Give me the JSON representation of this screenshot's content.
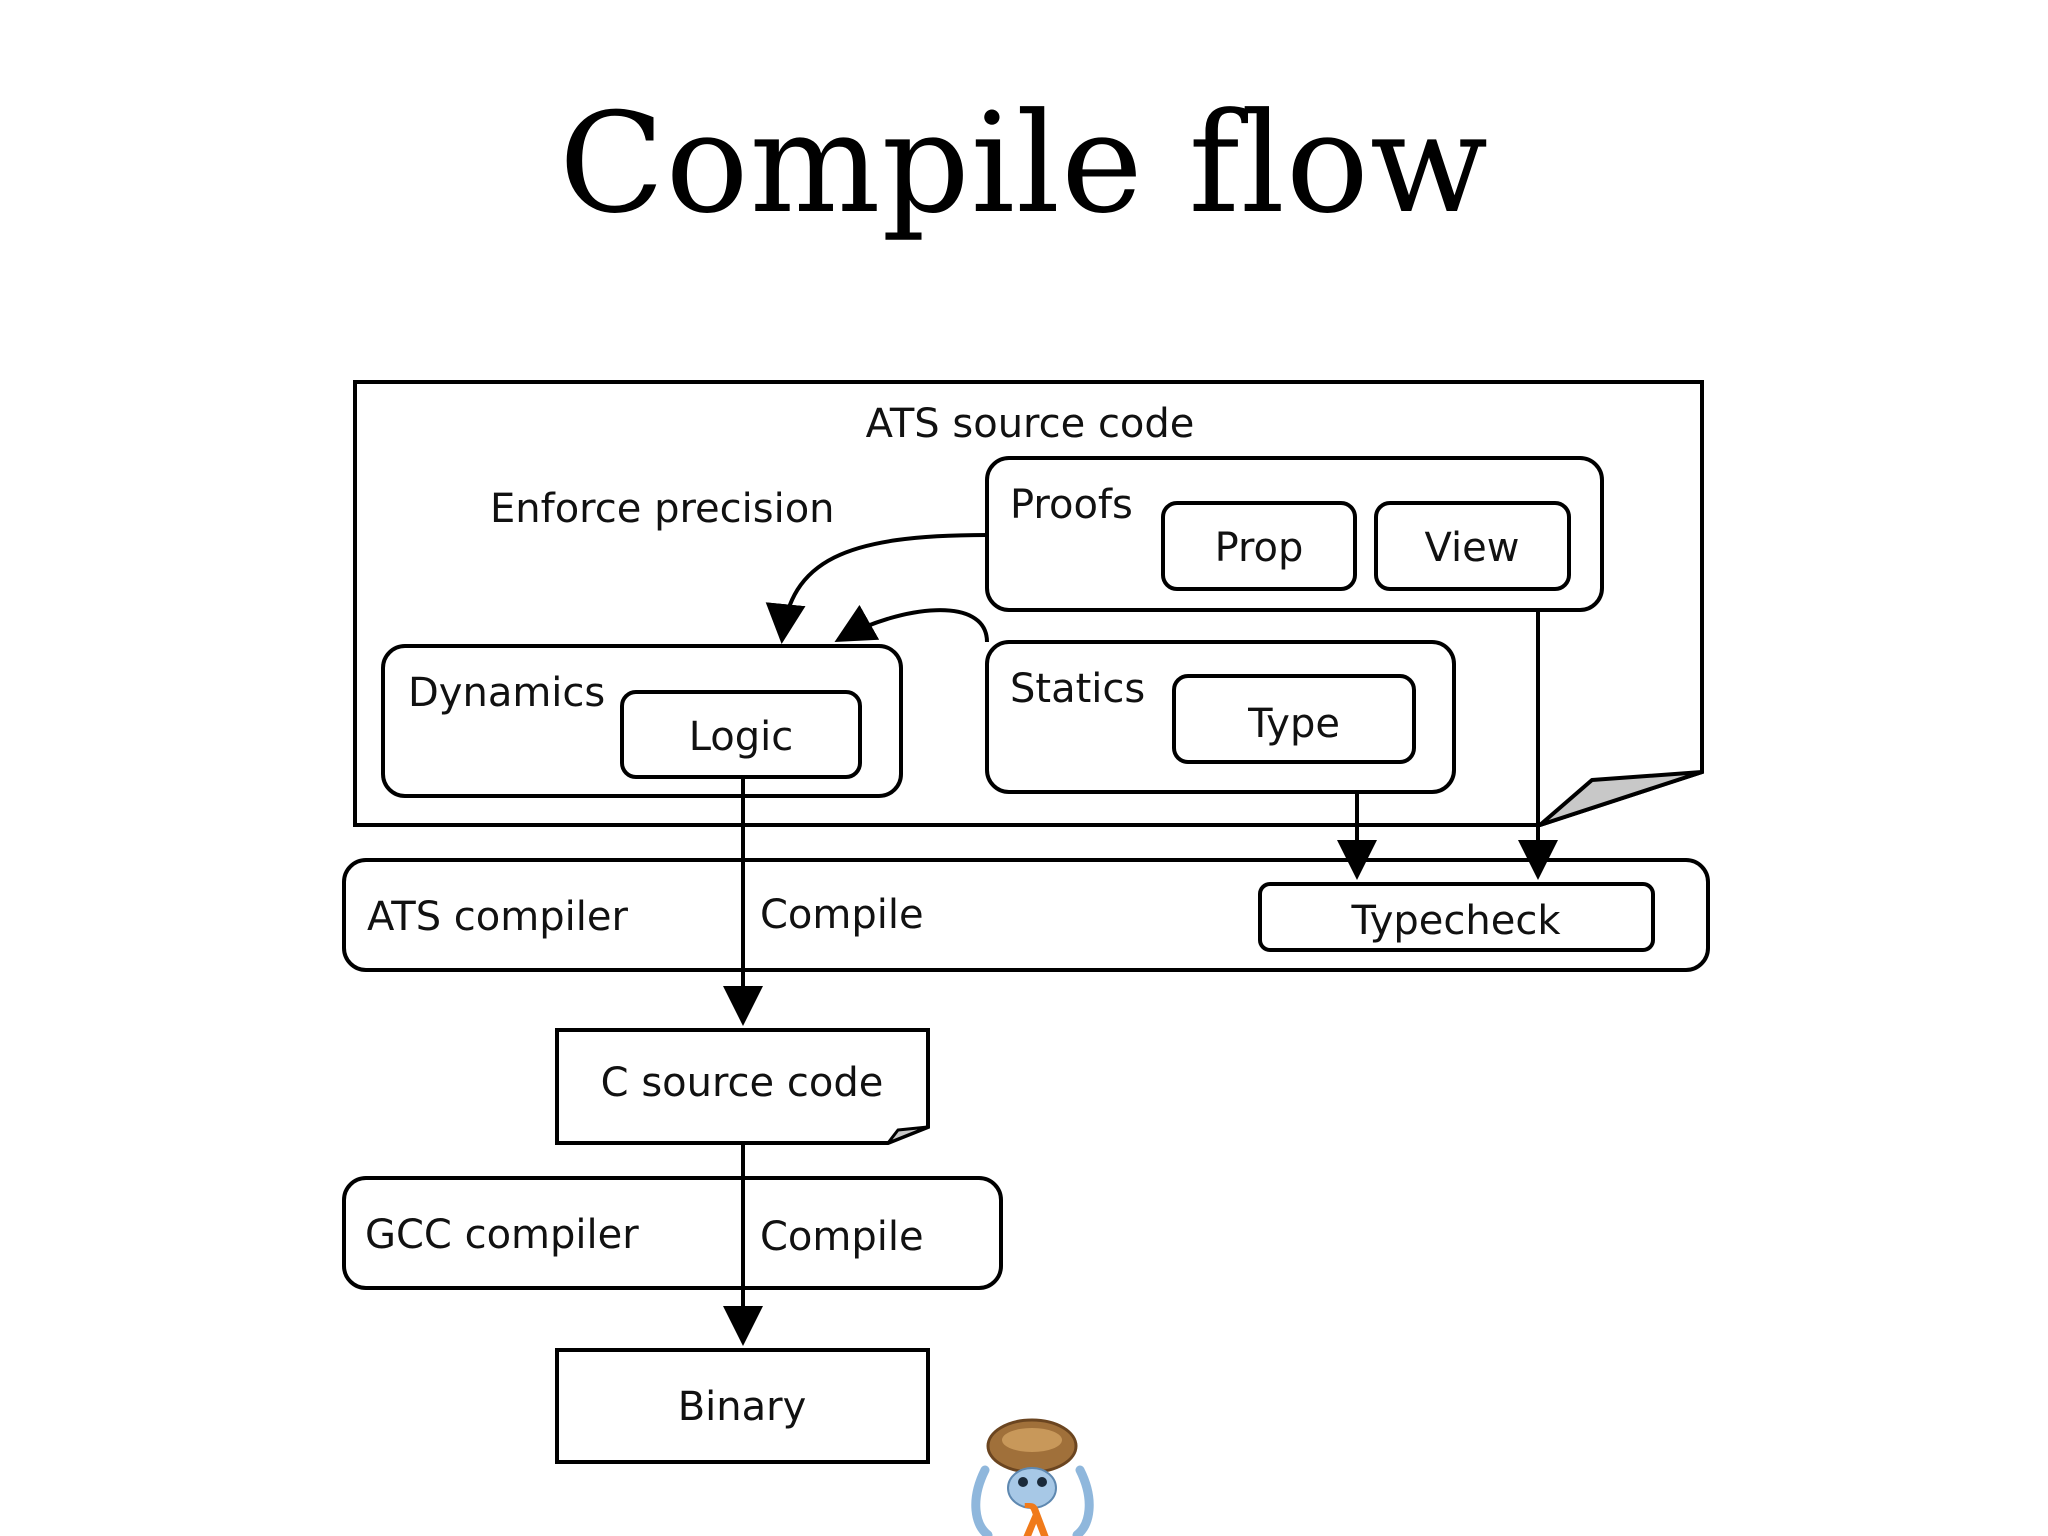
{
  "slide": {
    "title": "Compile flow"
  },
  "diagram": {
    "ats_source": "ATS source code",
    "enforce_precision": "Enforce precision",
    "proofs": "Proofs",
    "prop": "Prop",
    "view": "View",
    "dynamics": "Dynamics",
    "logic": "Logic",
    "statics": "Statics",
    "type": "Type",
    "ats_compiler": "ATS compiler",
    "compile_1": "Compile",
    "typecheck": "Typecheck",
    "c_source": "C source code",
    "gcc_compiler": "GCC compiler",
    "compile_2": "Compile",
    "binary": "Binary"
  },
  "mascot": {
    "icon": "hermit-crab-mascot-icon",
    "colors": {
      "shell": "#a0703a",
      "body": "#8fb7dc",
      "lambda": "#f07a1a"
    }
  }
}
